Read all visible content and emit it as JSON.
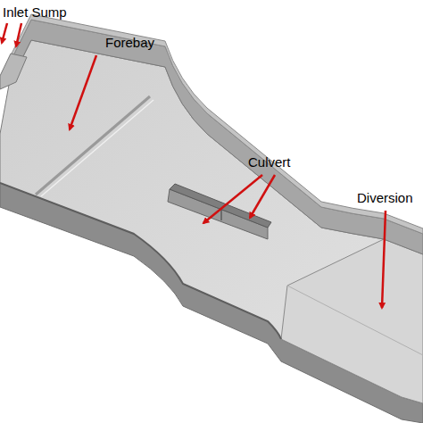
{
  "diagram": {
    "labels": [
      "Inlet Sump",
      "Forebay",
      "Culvert",
      "Diversion"
    ]
  }
}
